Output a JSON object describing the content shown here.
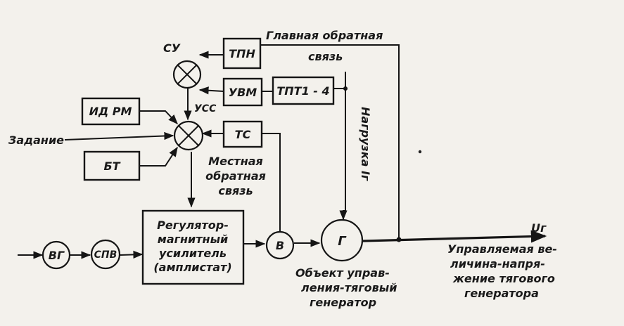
{
  "blocks": {
    "tpn": "ТПН",
    "uvm": "УВМ",
    "tpt": "ТПТ1 - 4",
    "idrm": "ИД РМ",
    "tc": "ТС",
    "bt": "БТ",
    "regulator": [
      "Регулятор-",
      "магнитный",
      "усилитель",
      "(амплистат)"
    ]
  },
  "nodes": {
    "cu": "СУ",
    "vg": "ВГ",
    "spv": "СПВ",
    "v": "В",
    "g": "Г"
  },
  "labels": {
    "ucc": "УСС",
    "zadanie": "Задание",
    "main_feedback": [
      "Главная обратная",
      "связь"
    ],
    "local_feedback": [
      "Местная",
      "обратная",
      "связь"
    ],
    "load": "Нагрузка Iг",
    "ug": "Uг",
    "object": [
      "Объект управ-",
      "ления-тяговый",
      "генератор"
    ],
    "controlled": [
      "Управляемая ве-",
      "личина-напря-",
      "жение тягового",
      "генератора"
    ]
  }
}
